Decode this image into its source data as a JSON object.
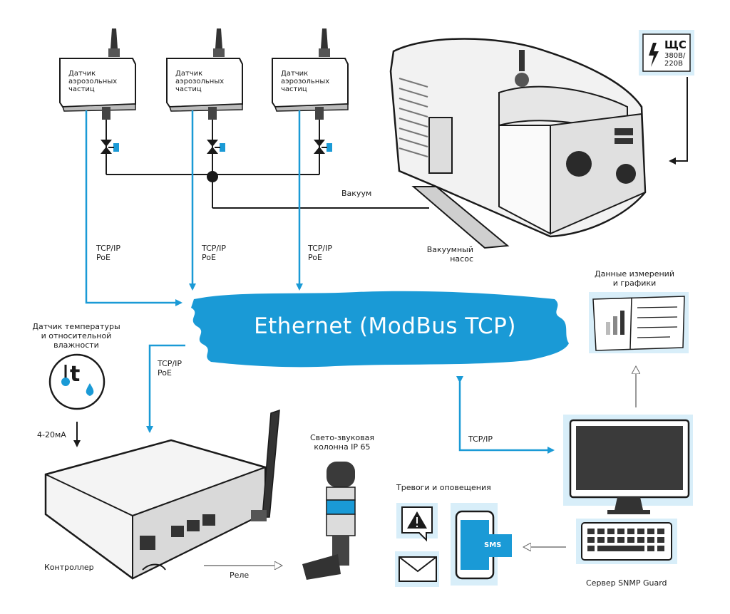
{
  "sensors": [
    {
      "label": "Датчик\nаэрозольных\nчастиц"
    },
    {
      "label": "Датчик\nаэрозольных\nчастиц"
    },
    {
      "label": "Датчик\nаэрозольных\nчастиц"
    }
  ],
  "links": {
    "tcp_poe_1": "TCP/IP\nPoE",
    "tcp_poe_2": "TCP/IP\nPoE",
    "tcp_poe_3": "TCP/IP\nPoE",
    "tcp_poe_4": "TCP/IP\nPoE",
    "tcp_ip": "TCP/IP"
  },
  "vacuum_line_label": "Вакуум",
  "vacuum_pump_label": "Вакуумный\nнасос",
  "power_panel": {
    "title": "ЩС",
    "voltages": "380В/\n220В"
  },
  "ethernet_label": "Ethernet (ModBus TCP)",
  "measurements_label": "Данные измерений\nи графики",
  "temp_sensor": {
    "label": "Датчик температуры\nи относительной\nвлажности",
    "icon_letter": "t",
    "signal": "4-20мА"
  },
  "controller_label": "Контроллер",
  "relay_label": "Реле",
  "signal_column_label": "Свето-звуковая\nколонна IP 65",
  "alerts_label": "Тревоги и оповещения",
  "sms_badge": "SMS",
  "server_label": "Сервер SNMP Guard",
  "colors": {
    "accent": "#1a9ad6",
    "ink": "#1a1a1a",
    "frame": "#d8eef9"
  }
}
